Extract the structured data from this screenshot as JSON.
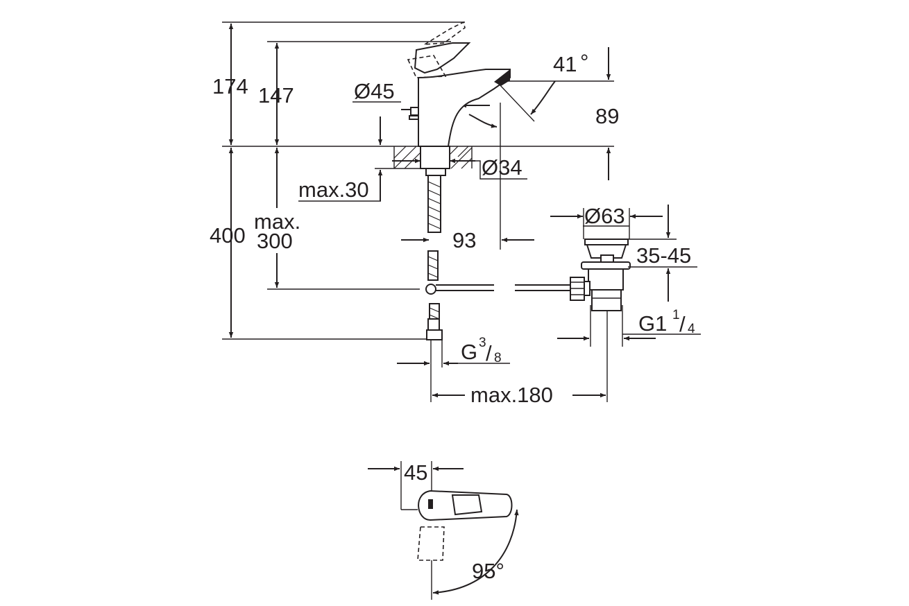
{
  "drawing": {
    "side_view": {
      "dim_total_height": "174",
      "dim_spout_height": "147",
      "dim_body_diameter": "Ø45",
      "dim_spout_angle": "41",
      "dim_spout_angle_unit": "°",
      "dim_spout_reach": "89",
      "dim_hole_diameter": "Ø34",
      "dim_deck_thickness": "max.30",
      "dim_below_deck": "400",
      "dim_hose_max_line1": "max.",
      "dim_hose_max_line2": "300",
      "dim_spout_to_hole": "93",
      "dim_waste_diameter": "Ø63",
      "dim_waste_height": "35-45",
      "dim_waste_thread": "G1",
      "dim_waste_thread_num": "1",
      "dim_waste_thread_den": "4",
      "dim_supply_thread": "G",
      "dim_supply_thread_num": "3",
      "dim_supply_thread_den": "8",
      "dim_pull_rod": "max.180"
    },
    "top_view": {
      "dim_lever_offset": "45",
      "dim_lever_rotation": "95°"
    }
  }
}
